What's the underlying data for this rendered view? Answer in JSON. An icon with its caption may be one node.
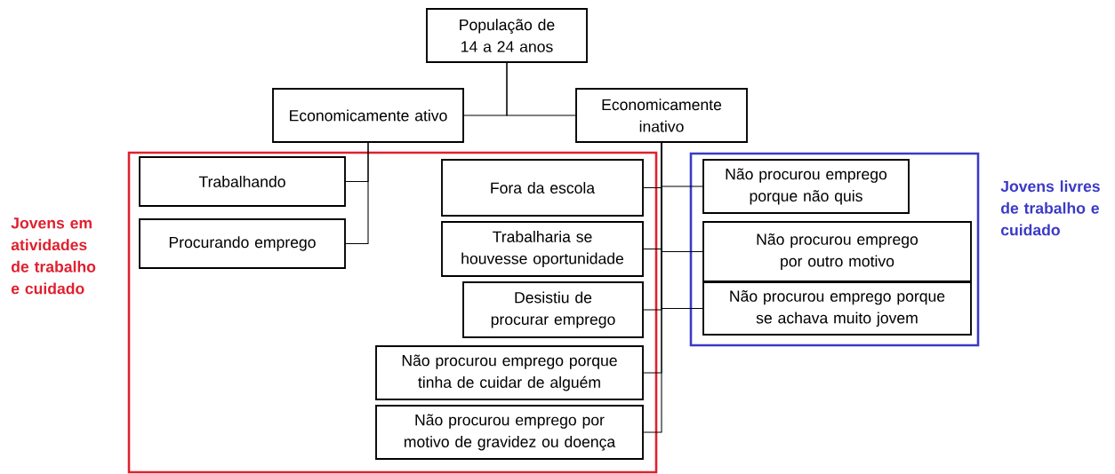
{
  "diagram": {
    "nodes": [
      {
        "text": [
          "População de 14 a 24 anos"
        ]
      },
      {
        "text": [
          "Economicamente ativo"
        ]
      },
      {
        "text": [
          "Economicamente inativo"
        ]
      },
      {
        "text": [
          "Jovens em atividades de trabalho e cuidado"
        ]
      },
      {
        "text": [
          "Trabalhando"
        ],
        "in": 3
      },
      {
        "text": [
          "Procurando emprego"
        ],
        "in": 3
      },
      {
        "text": [
          "Fora da escola"
        ],
        "in": 3
      },
      {
        "text": [
          "Trabalharia se houvesse oportunidade"
        ],
        "in": 3
      },
      {
        "text": [
          "Desistiu de procurar emprego"
        ],
        "in": 3
      },
      {
        "text": [
          "Não procurou emprego porque tinha de cuidar de alguém"
        ],
        "in": 3
      },
      {
        "text": [
          "Não procurou emprego por motivo de gravidez ou doença"
        ],
        "in": 3
      },
      {
        "text": [
          "Jovens livres de trabalho e cuidado"
        ]
      },
      {
        "text": [
          "Não procurou emprego porque não quis"
        ],
        "in": 11
      },
      {
        "text": [
          "Não procurou emprego por outro motivo"
        ],
        "in": 11
      },
      {
        "text": [
          "Não procurou emprego porque se achava muito jovem"
        ],
        "in": 11
      }
    ],
    "edges": [
      {
        "from": 0,
        "to": 1,
        "arrow": "none"
      },
      {
        "from": 0,
        "to": 2,
        "arrow": "none"
      },
      {
        "from": 1,
        "to": 4,
        "arrow": "none"
      },
      {
        "from": 1,
        "to": 5,
        "arrow": "none"
      },
      {
        "from": 2,
        "to": 6,
        "arrow": "none"
      },
      {
        "from": 2,
        "to": 7,
        "arrow": "none"
      },
      {
        "from": 2,
        "to": 8,
        "arrow": "none"
      },
      {
        "from": 2,
        "to": 9,
        "arrow": "none"
      },
      {
        "from": 2,
        "to": 10,
        "arrow": "none"
      },
      {
        "from": 2,
        "to": 12,
        "arrow": "none"
      },
      {
        "from": 2,
        "to": 13,
        "arrow": "none"
      },
      {
        "from": 2,
        "to": 14,
        "arrow": "none"
      }
    ]
  }
}
